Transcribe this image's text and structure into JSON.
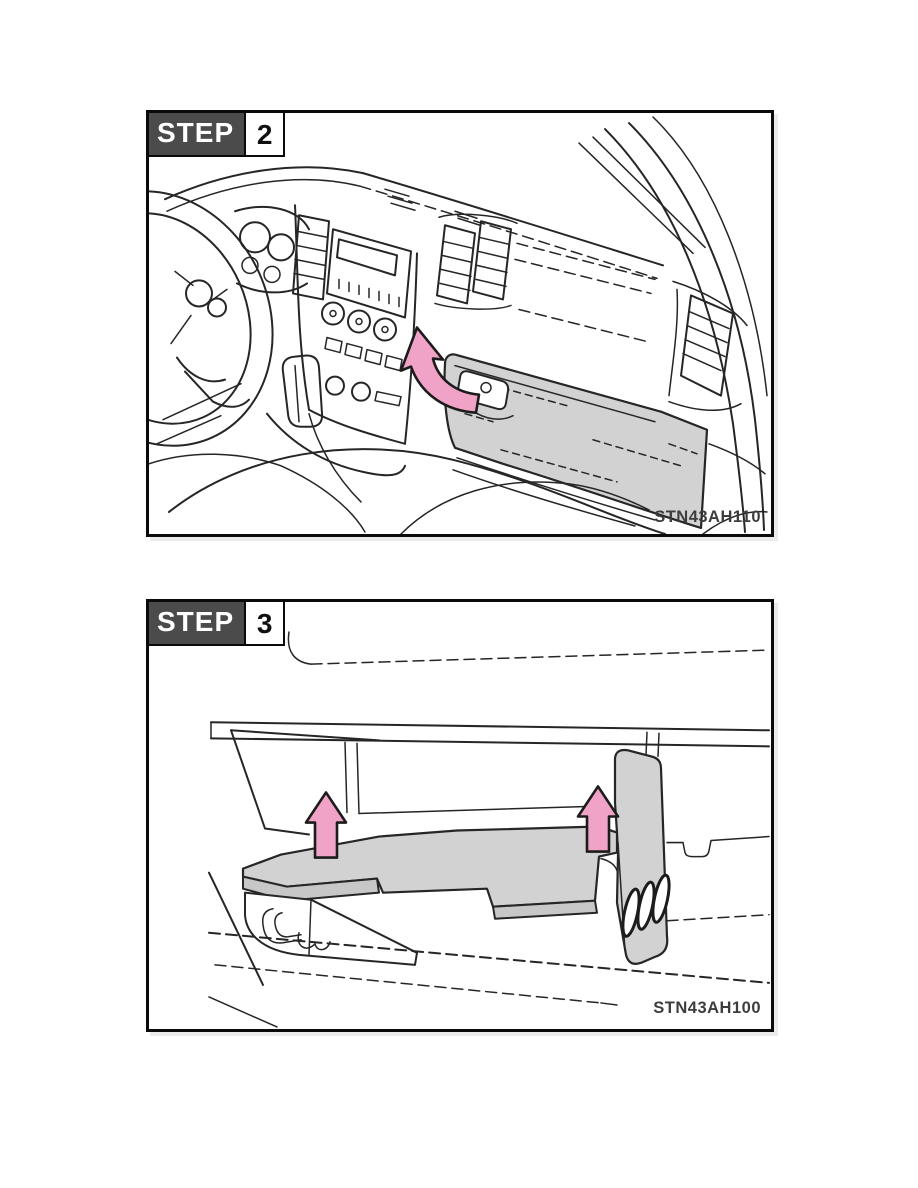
{
  "document": {
    "background_color": "#FFFFFF",
    "type": "service-manual figure steps"
  },
  "panels": [
    {
      "name": "step-2",
      "badge": {
        "step_word": "STEP",
        "step_number": "2"
      },
      "figure_code": "STN43AH110",
      "illustration": {
        "subject": "instrument panel with glove box door being opened",
        "icons": [
          "curved-open-arrow-icon"
        ]
      }
    },
    {
      "name": "step-3",
      "badge": {
        "step_word": "STEP",
        "step_number": "3"
      },
      "figure_code": "STN43AH100",
      "illustration": {
        "subject": "bracket tray lifted upward inside glove box opening",
        "icons": [
          "up-arrow-icon",
          "up-arrow-icon"
        ]
      }
    }
  ],
  "colors": {
    "panel_border": "#0A0A0A",
    "badge_background": "#4B4B4B",
    "badge_text": "#FFFFFF",
    "line_art": "#262626",
    "arrow_pink": "#F0A3C6",
    "illustration_gray": "#D2D2D2"
  }
}
